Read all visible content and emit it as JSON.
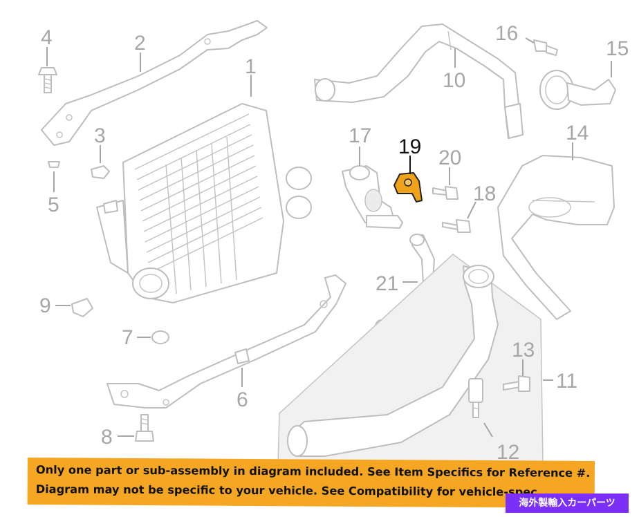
{
  "callouts": {
    "c1": "1",
    "c2": "2",
    "c3": "3",
    "c4": "4",
    "c5": "5",
    "c6": "6",
    "c7": "7",
    "c8": "8",
    "c9": "9",
    "c10": "10",
    "c11": "11",
    "c12": "12",
    "c13": "13",
    "c14": "14",
    "c15": "15",
    "c16": "16",
    "c17": "17",
    "c18": "18",
    "c19": "19",
    "c20": "20",
    "c21": "21"
  },
  "highlight": {
    "part_number": "19",
    "color": "#f0a21a"
  },
  "banner": {
    "line1": "Only one part or sub-assembly in diagram included. See Item Specifics for Reference #.",
    "line2": "Diagram may not be specific to your vehicle. See Compatibility for vehicle-spec",
    "color": "#f5a623"
  },
  "seller_badge": {
    "text": "海外製輸入カーパーツ",
    "color": "#7b2ff7"
  }
}
